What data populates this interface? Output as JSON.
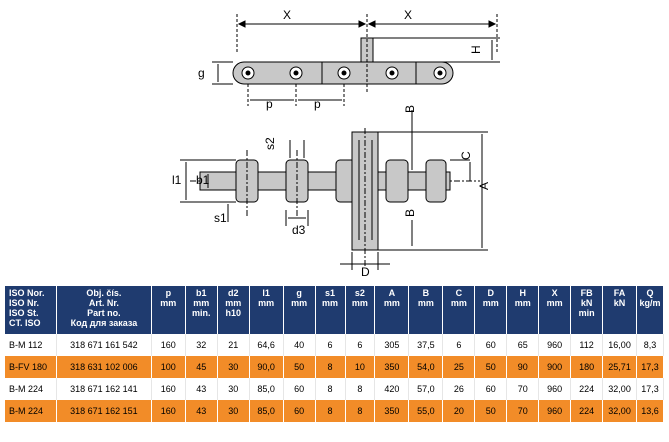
{
  "drawing": {
    "top_view": {
      "dim_x_left": "X",
      "dim_x_right": "X",
      "dim_h": "H",
      "dim_g": "g",
      "dim_p_1": "p",
      "dim_p_2": "p"
    },
    "side_view": {
      "dim_s2": "s2",
      "dim_c": "C",
      "dim_a": "A",
      "dim_b_top": "B",
      "dim_b_bottom": "B",
      "dim_l1": "l1",
      "dim_b1": "b1",
      "dim_s1": "s1",
      "dim_d3": "d3",
      "dim_d": "D"
    },
    "colors": {
      "part_fill": "#c8c8c8",
      "line": "#000000"
    }
  },
  "table": {
    "headers": [
      {
        "lines": [
          "ISO Nor.",
          "ISO Nr.",
          "ISO St.",
          "CT. ISO"
        ]
      },
      {
        "lines": [
          "Obj. čís.",
          "Art. Nr.",
          "Part no.",
          "Код для заказа"
        ]
      },
      {
        "lines": [
          "p",
          "mm"
        ]
      },
      {
        "lines": [
          "b1",
          "mm",
          "min."
        ]
      },
      {
        "lines": [
          "d2",
          "mm",
          "h10"
        ]
      },
      {
        "lines": [
          "l1",
          "mm"
        ]
      },
      {
        "lines": [
          "g",
          "mm"
        ]
      },
      {
        "lines": [
          "s1",
          "mm"
        ]
      },
      {
        "lines": [
          "s2",
          "mm"
        ]
      },
      {
        "lines": [
          "A",
          "mm"
        ]
      },
      {
        "lines": [
          "B",
          "mm"
        ]
      },
      {
        "lines": [
          "C",
          "mm"
        ]
      },
      {
        "lines": [
          "D",
          "mm"
        ]
      },
      {
        "lines": [
          "H",
          "mm"
        ]
      },
      {
        "lines": [
          "X",
          "mm"
        ]
      },
      {
        "lines": [
          "FB",
          "kN",
          "min"
        ]
      },
      {
        "lines": [
          "FA",
          "kN"
        ]
      },
      {
        "lines": [
          "Q",
          "kg/m"
        ]
      }
    ],
    "rows": [
      {
        "style": "light",
        "cells": [
          "B-M  112",
          "318 671 161 542",
          "160",
          "32",
          "21",
          "64,6",
          "40",
          "6",
          "6",
          "305",
          "37,5",
          "6",
          "60",
          "65",
          "960",
          "112",
          "16,00",
          "8,3"
        ]
      },
      {
        "style": "orange",
        "cells": [
          "B-FV 180",
          "318 631 102 006",
          "100",
          "45",
          "30",
          "90,0",
          "50",
          "8",
          "10",
          "350",
          "54,0",
          "25",
          "50",
          "90",
          "900",
          "180",
          "25,71",
          "17,3"
        ]
      },
      {
        "style": "light",
        "cells": [
          "B-M  224",
          "318 671 162 141",
          "160",
          "43",
          "30",
          "85,0",
          "60",
          "8",
          "8",
          "420",
          "57,0",
          "26",
          "60",
          "70",
          "960",
          "224",
          "32,00",
          "17,3"
        ]
      },
      {
        "style": "orange",
        "cells": [
          "B-M  224",
          "318 671 162 151",
          "160",
          "43",
          "30",
          "85,0",
          "60",
          "8",
          "8",
          "350",
          "55,0",
          "20",
          "50",
          "70",
          "960",
          "224",
          "32,00",
          "13,6"
        ]
      }
    ]
  }
}
